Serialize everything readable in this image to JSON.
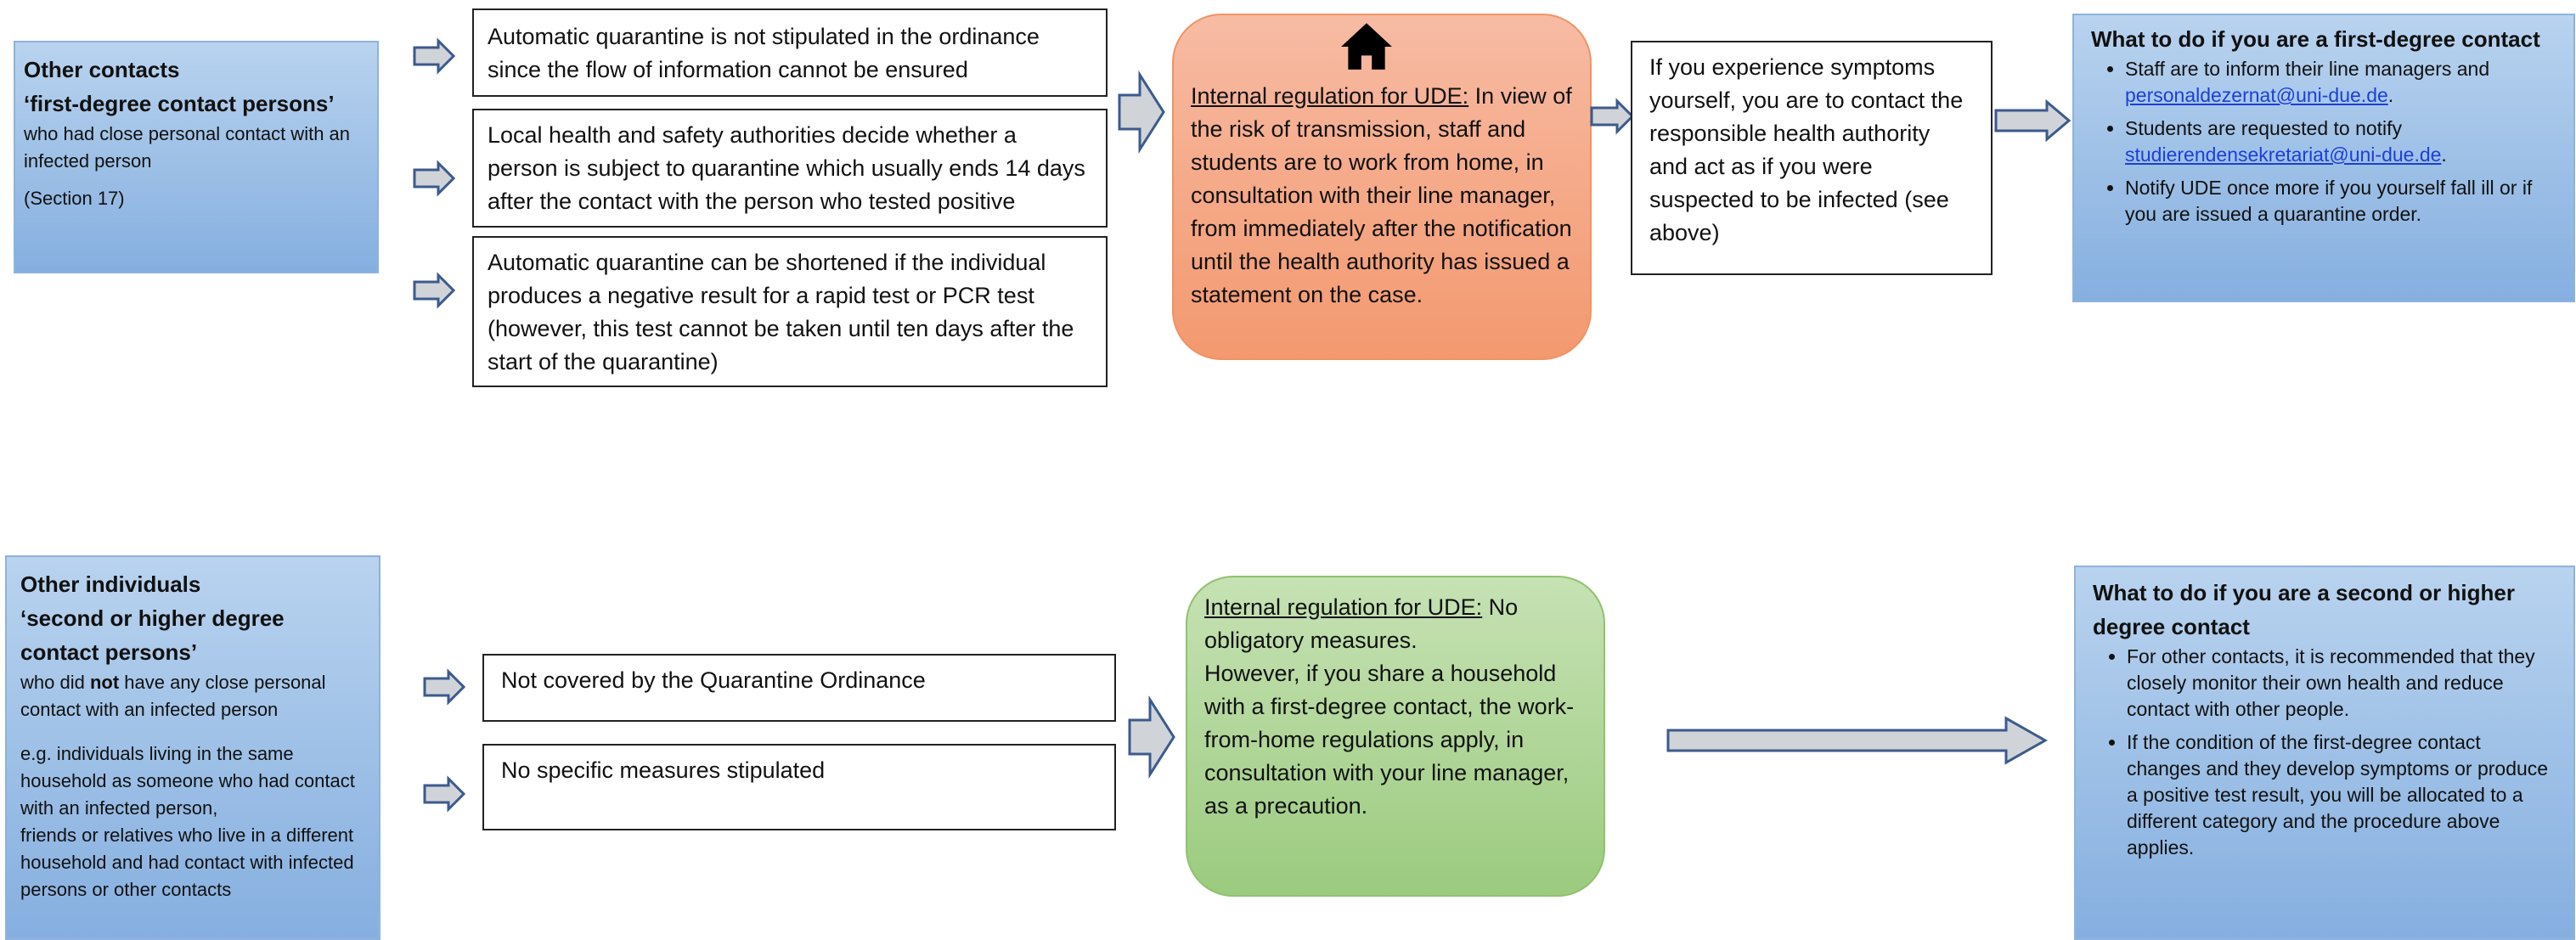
{
  "top": {
    "category": {
      "title_line1": "Other contacts",
      "title_line2": "‘first-degree contact persons’",
      "desc": "who had close personal contact with an infected person",
      "section": "(Section 17)"
    },
    "boxes": [
      "Automatic quarantine is not stipulated in the ordinance since the flow of information cannot be ensured",
      "Local health and safety authorities decide whether a person is subject to quarantine which usually ends 14 days after the contact with the person who tested positive",
      "Automatic quarantine can be shortened if the individual produces a negative result for a rapid test or PCR test (however, this test cannot be taken until ten days after the start of the quarantine)"
    ],
    "regulation": {
      "icon": "home-icon",
      "label": "Internal regulation for UDE:",
      "text": " In view of the risk of transmission, staff and students are to work from home, in consultation with their line manager, from immediately after the notification until the health authority has issued a statement on the case."
    },
    "symptoms": "If you experience symptoms yourself, you are to contact the responsible health authority and act as if you were suspected to be infected (see above)",
    "todo": {
      "title": "What to do if you are a first-degree contact",
      "item1_text": "Staff are to inform their line managers and ",
      "item1_link": "personaldezernat@uni-due.de",
      "item2_text": "Students are requested to notify ",
      "item2_link": "studierendensekretariat@uni-due.de",
      "punct": ".",
      "item3": "Notify UDE once more if you yourself fall ill or if you are issued a quarantine order."
    }
  },
  "bottom": {
    "category": {
      "title_line1": "Other individuals",
      "title_line2": "‘second or higher degree contact persons’",
      "desc_pre": "who did ",
      "desc_bold": "not",
      "desc_post": " have any close personal contact with an infected person",
      "example1": "e.g. individuals living in the same household as someone who had contact with an infected person,",
      "example2": "friends or relatives who live in a different household and had contact with infected persons or other contacts"
    },
    "boxes": [
      "Not covered by the Quarantine Ordinance",
      "No specific measures stipulated"
    ],
    "regulation": {
      "label": "Internal regulation for UDE:",
      "text1": " No obligatory measures.",
      "text2": "However, if you share a household with a first-degree contact, the work-from-home regulations apply, in consultation with your line manager, as a precaution."
    },
    "todo": {
      "title": "What to do if you are a second or higher degree contact",
      "item1": "For other contacts, it is recommended that they closely monitor their own health and reduce contact with other people.",
      "item2": "If the condition of the first-degree contact changes and they develop symptoms or produce a positive test result, you will be allocated to a different category and the procedure above applies."
    }
  },
  "colors": {
    "blue_box": "#9cbfe6",
    "orange_box": "#f5a886",
    "green_box": "#afd597",
    "arrow_fill": "#d0d3d8",
    "arrow_stroke": "#3c5a8c",
    "link": "#1d3fd8"
  }
}
